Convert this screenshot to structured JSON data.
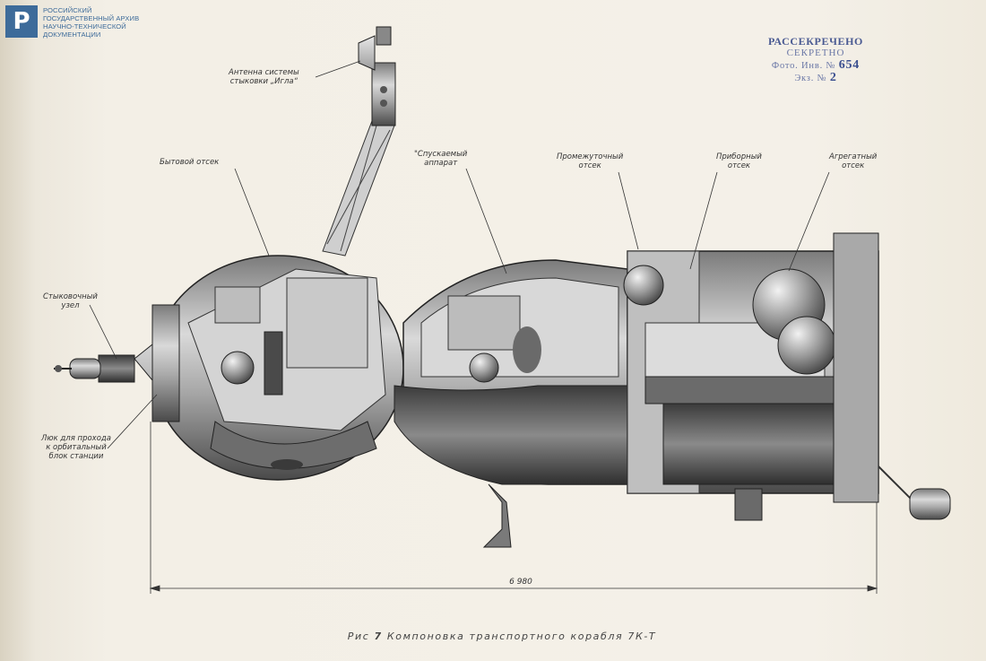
{
  "archive": {
    "logo_letter": "Р",
    "name_lines": [
      "РОССИЙСКИЙ",
      "ГОСУДАРСТВЕННЫЙ АРХИВ",
      "НАУЧНО-ТЕХНИЧЕСКОЙ",
      "ДОКУМЕНТАЦИИ"
    ],
    "color": "#3d6b9a"
  },
  "stamp": {
    "line1": "РАССЕКРЕЧЕНО",
    "line2": "СЕКРЕТНО",
    "photo_label": "Фото. Инв. №",
    "photo_number": "654",
    "copy_label": "Экз. №",
    "copy_number": "2",
    "color": "#4a5a92"
  },
  "labels": {
    "antenna": [
      "Антенна системы",
      "стыковки „Игла“"
    ],
    "living": [
      "Бытовой отсек"
    ],
    "descent": [
      "\"Спускаемый",
      "аппарат"
    ],
    "intermediate": [
      "Промежуточный",
      "отсек"
    ],
    "instrument": [
      "Приборный",
      "отсек"
    ],
    "aggregate": [
      "Агрегатный",
      "отсек"
    ],
    "docking": [
      "Стыковочный",
      "узел"
    ],
    "hatch": [
      "Люк для прохода",
      "к орбитальный",
      "блок станции"
    ]
  },
  "dimension": "6 980",
  "caption": {
    "prefix": "Рис",
    "number": "7",
    "text": "Компоновка транспортного корабля 7К-Т"
  }
}
